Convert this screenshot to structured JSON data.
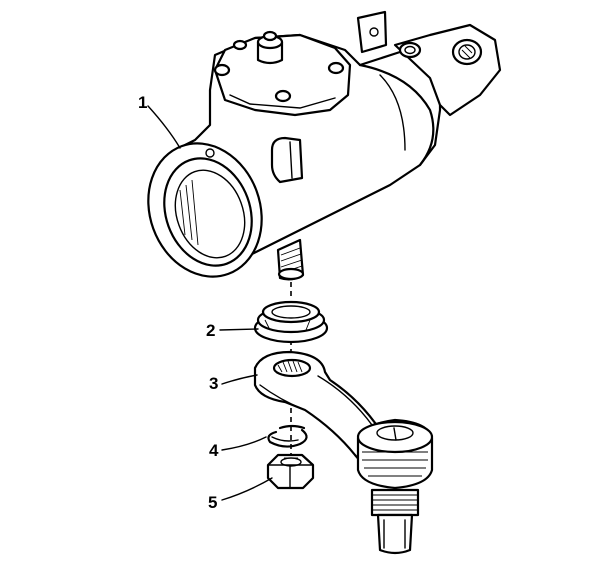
{
  "callouts": [
    {
      "number": "1",
      "part": "steering-gear-housing"
    },
    {
      "number": "2",
      "part": "seal"
    },
    {
      "number": "3",
      "part": "pitman-arm"
    },
    {
      "number": "4",
      "part": "lock-washer"
    },
    {
      "number": "5",
      "part": "nut"
    }
  ],
  "colors": {
    "line": "#000000",
    "background": "#ffffff"
  }
}
